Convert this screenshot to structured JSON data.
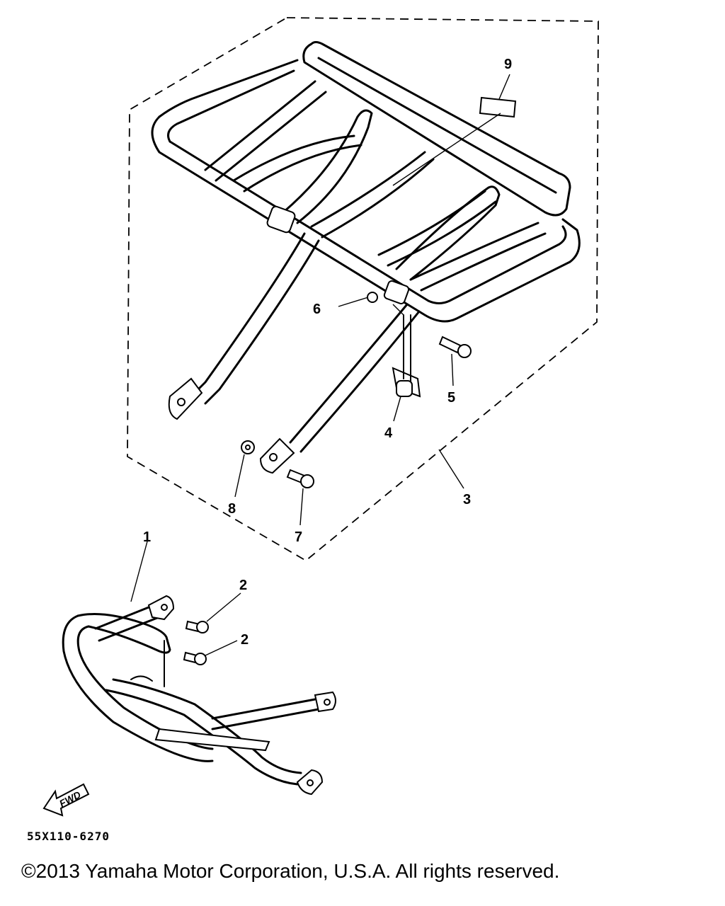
{
  "diagram": {
    "callouts": [
      "9",
      "6",
      "5",
      "4",
      "3",
      "8",
      "7",
      "1",
      "2",
      "2"
    ],
    "fwd_label": "FWD",
    "part_code": "55X110-6270",
    "copyright": "©2013 Yamaha Motor Corporation, U.S.A. All rights reserved."
  }
}
